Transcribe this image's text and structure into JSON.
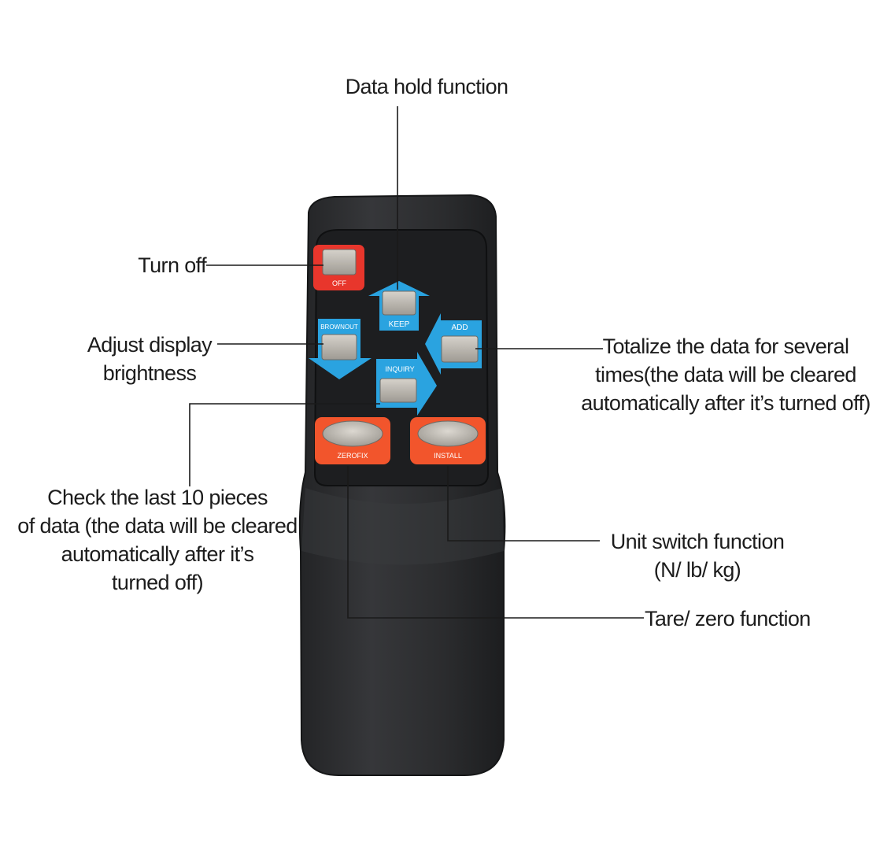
{
  "device": {
    "name": "remote-control",
    "body_color": "#2a2b2d",
    "panel_color": "#1f2022"
  },
  "colors": {
    "red_button_frame": "#e8362c",
    "orange_button_frame": "#f2552c",
    "blue_arrow": "#2aa3e0",
    "key_face": "#b9b5ae",
    "leader_line": "#1a1a1a"
  },
  "buttons": {
    "off": "OFF",
    "keep": "KEEP",
    "brownout": "BROWNOUT",
    "add": "ADD",
    "inquiry": "INQUIRY",
    "zerofix": "ZEROFIX",
    "install": "INSTALL"
  },
  "callouts": {
    "data_hold": "Data hold function",
    "turn_off": "Turn off",
    "adjust_brightness": [
      "Adjust display",
      "brightness"
    ],
    "totalize": [
      "Totalize the data for several",
      "times(the data will be cleared",
      "automatically after it’s turned off)"
    ],
    "check_last": [
      "Check the last 10 pieces",
      "of data (the data will be cleared",
      "automatically after it’s",
      "turned off)"
    ],
    "unit_switch": [
      "Unit switch function",
      "(N/ lb/ kg)"
    ],
    "tare_zero": "Tare/ zero function"
  }
}
